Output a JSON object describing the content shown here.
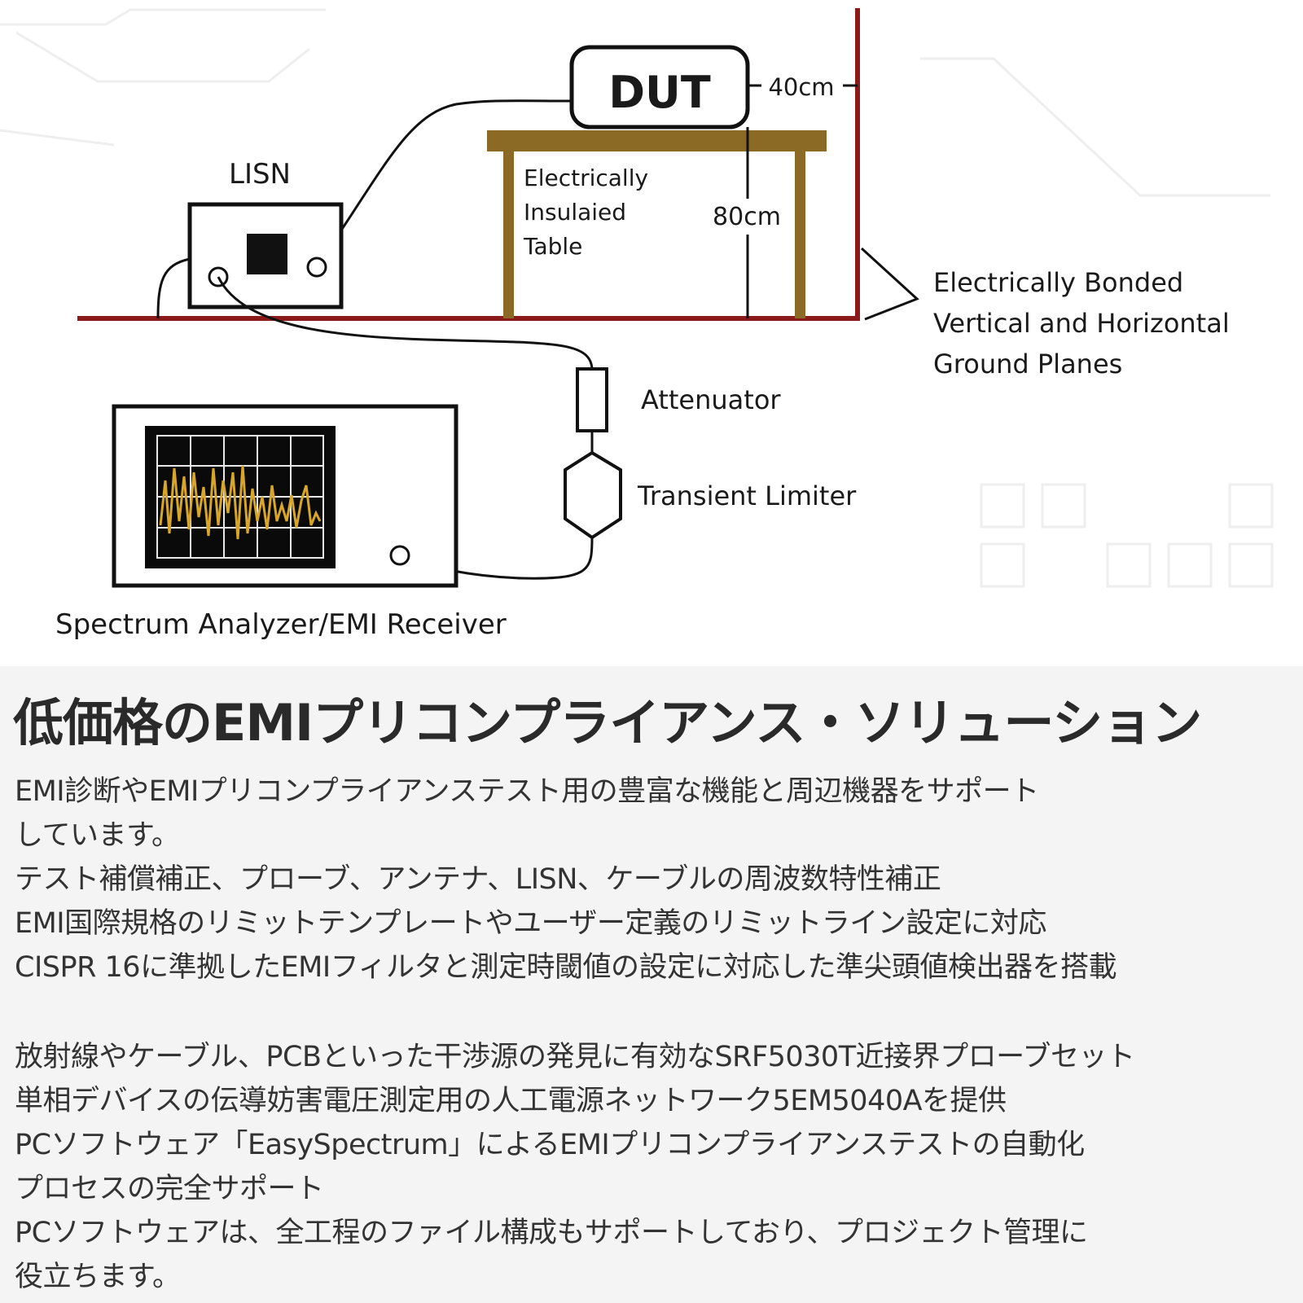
{
  "diagram": {
    "dut_label": "DUT",
    "distance_wall_label": "40cm",
    "distance_height_label": "80cm",
    "lisn_label": "LISN",
    "table_label_line1": "Electrically",
    "table_label_line2": "Insulaied",
    "table_label_line3": "Table",
    "ground_label_line1": "Electrically Bonded",
    "ground_label_line2": "Vertical and Horizontal",
    "ground_label_line3": "Ground Planes",
    "attenuator_label": "Attenuator",
    "limiter_label": "Transient Limiter",
    "analyzer_label": "Spectrum Analyzer/EMI Receiver",
    "colors": {
      "ground_plane": "#8b1a1a",
      "table": "#8a6a24",
      "waveform": "#d8a628",
      "ink": "#111111"
    }
  },
  "headline": "低価格のEMIプリコンプライアンス・ソリューション",
  "body": {
    "para1_line1": "EMI診断やEMIプリコンプライアンステスト用の豊富な機能と周辺機器をサポート",
    "para1_line2": "しています。",
    "para1_line3": "テスト補償補正、プローブ、アンテナ、LISN、ケーブルの周波数特性補正",
    "para1_line4": "EMI国際規格のリミットテンプレートやユーザー定義のリミットライン設定に対応",
    "para1_line5": "CISPR 16に準拠したEMIフィルタと測定時閾値の設定に対応した準尖頭値検出器を搭載",
    "para2_line1": " 放射線やケーブル、PCBといった干渉源の発見に有効なSRF5030T近接界プローブセット",
    "para2_line2": " 単相デバイスの伝導妨害電圧測定用の人工電源ネットワーク5EM5040Aを提供",
    "para2_line3": " PCソフトウェア「EasySpectrum」によるEMIプリコンプライアンステストの自動化",
    "para2_line4": "プロセスの完全サポート",
    "para2_line5": " PCソフトウェアは、全工程のファイル構成もサポートしており、プロジェクト管理に",
    "para2_line6": "役立ちます。"
  }
}
